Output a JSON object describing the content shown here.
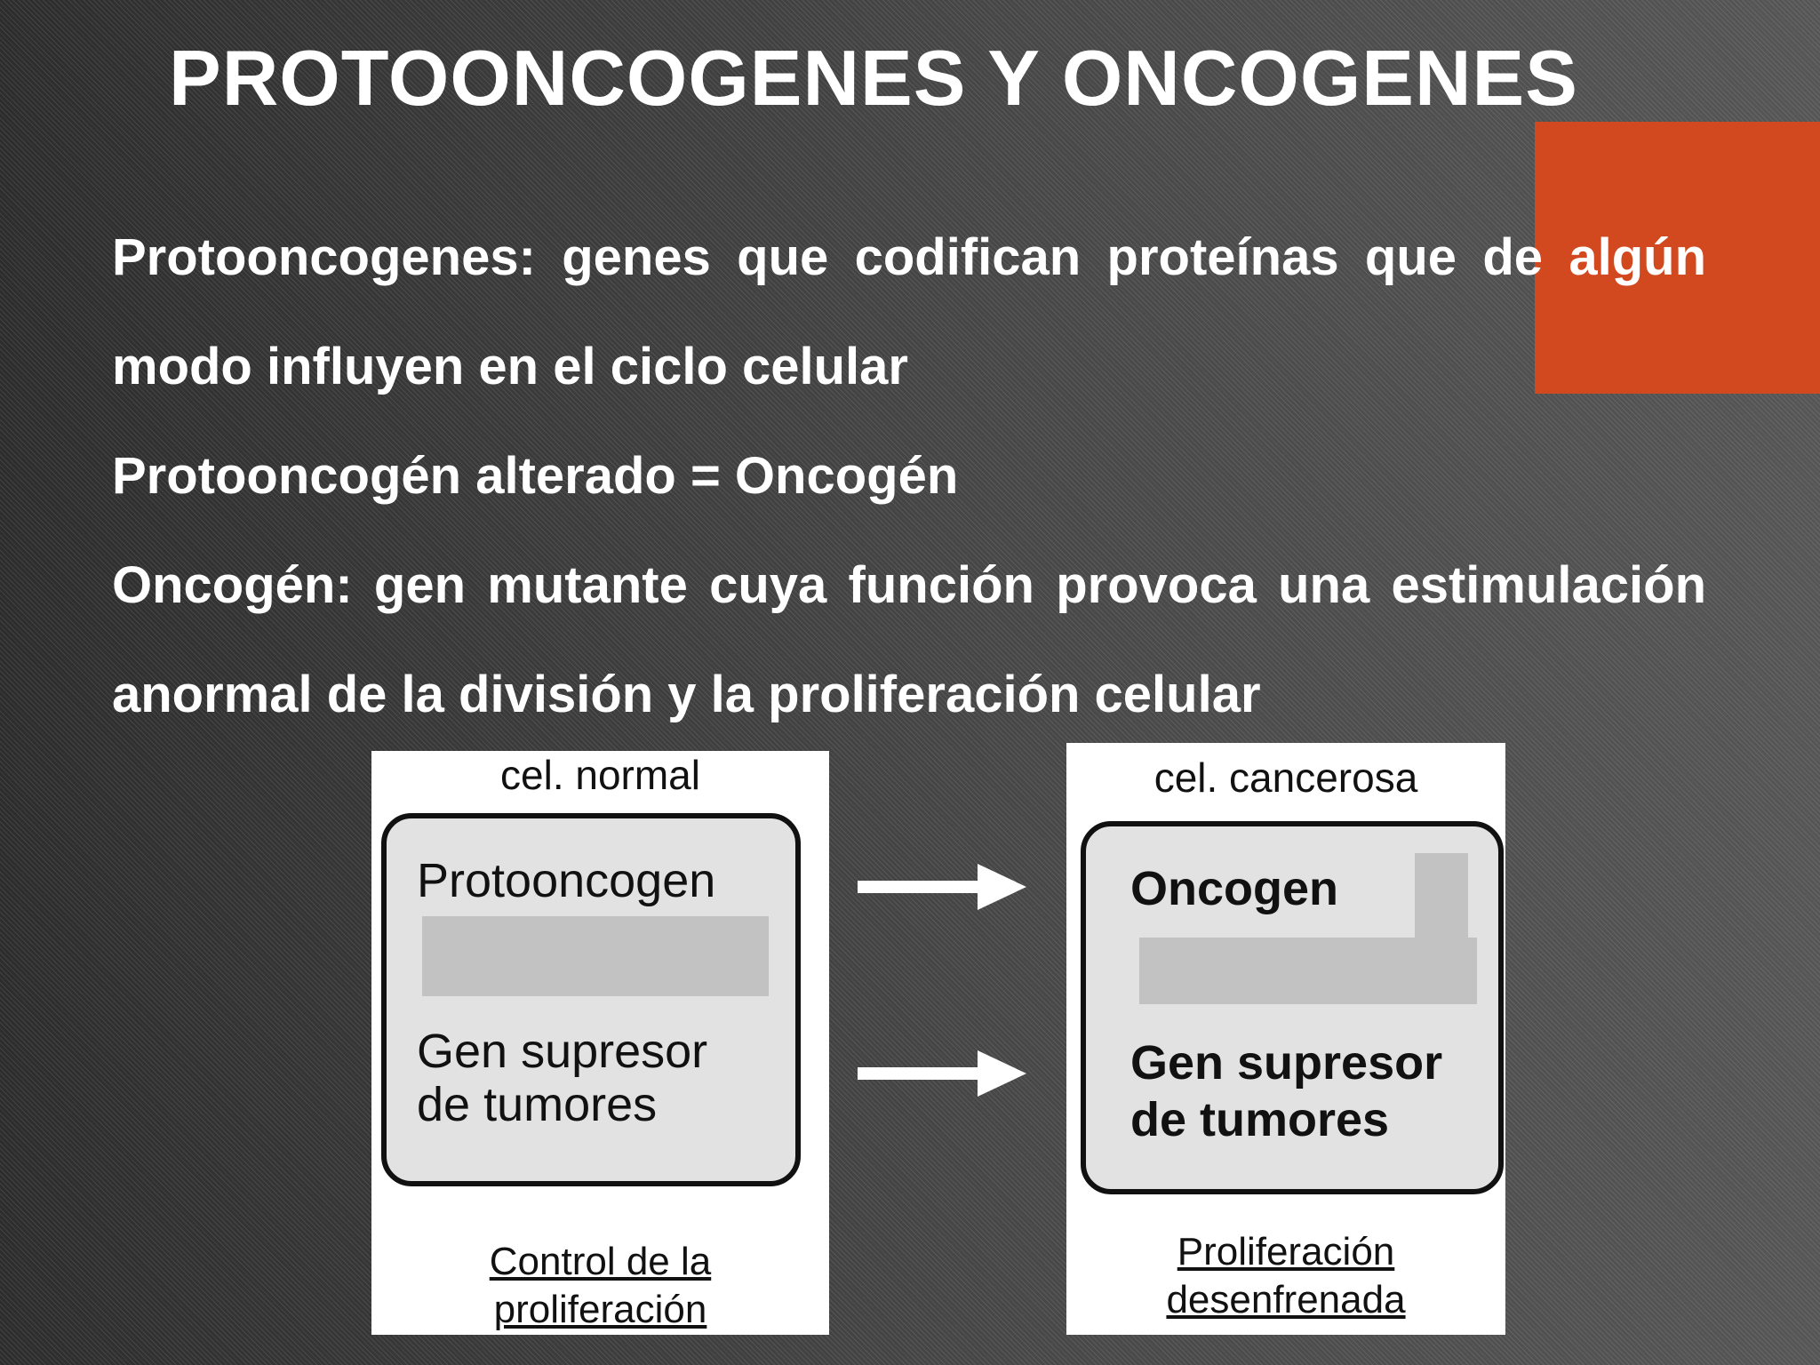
{
  "slide": {
    "title": "PROTOONCOGENES Y ONCOGENES",
    "accent_color": "#d2491f"
  },
  "body": {
    "definition_protooncogene": "Protooncogenes: genes que codifican proteínas que de algún modo influyen en el ciclo celular",
    "equation": "Protooncogén alterado = Oncogén",
    "definition_oncogene": "Oncogén: gen mutante cuya función provoca una estimulación anormal de la división y la proliferación celular"
  },
  "diagram": {
    "normal": {
      "caption": "cel. normal",
      "gene_top": "Protooncogen",
      "gene_bottom_line1": "Gen supresor",
      "gene_bottom_line2": "de tumores",
      "result_line1": "Control de la",
      "result_line2": "proliferación"
    },
    "cancer": {
      "caption": "cel. cancerosa",
      "gene_top": "Oncogen",
      "gene_bottom_line1": "Gen supresor",
      "gene_bottom_line2": "de tumores",
      "result_line1": "Proliferación",
      "result_line2": "desenfrenada"
    },
    "arrows": [
      "arrow-right-icon",
      "arrow-right-icon"
    ]
  }
}
